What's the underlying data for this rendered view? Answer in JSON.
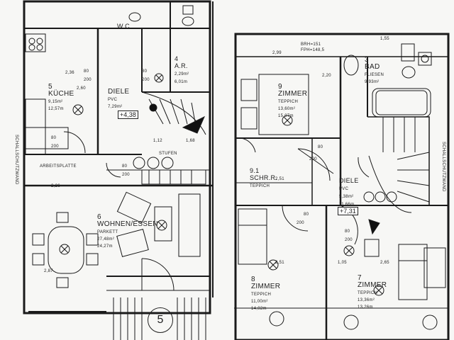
{
  "left_unit": {
    "rooms": [
      {
        "id": "5",
        "name": "KÜCHE",
        "floor": "",
        "area": "9,15m²",
        "sub": "12,57m"
      },
      {
        "id": "",
        "name": "DIELE",
        "floor": "PVC",
        "area": "7,29m²",
        "sub": ""
      },
      {
        "id": "6",
        "name": "WOHNEN/ESSEN",
        "floor": "PARKETT",
        "area": "27,48m²",
        "sub": "24,27m"
      },
      {
        "id": "4",
        "name": "A.R.",
        "floor": "",
        "area": "2,29m²",
        "sub": "6,01m"
      },
      {
        "id": "",
        "name": "W.C.",
        "floor": "",
        "area": "",
        "sub": ""
      }
    ],
    "level_tag": "+4,38",
    "marks": {
      "arbeitsplatte": "ARBEITSPLATTE",
      "stufen": "STUFEN",
      "schall": "SCHALLSCHUTZWAND"
    },
    "dims": [
      "2,26",
      "1,12",
      "2,87",
      "1,68",
      "80",
      "200",
      "80",
      "200",
      "80",
      "200",
      "80",
      "200",
      "2,36",
      "2,60"
    ],
    "badge": "5"
  },
  "right_unit": {
    "rooms": [
      {
        "id": "9",
        "name": "ZIMMER",
        "floor": "TEPPICH",
        "area": "13,60m²",
        "sub": "15,07m"
      },
      {
        "id": "3",
        "name": "BAD",
        "floor": "FLIESEN",
        "area": "9,93m²",
        "sub": ""
      },
      {
        "id": "9.1",
        "name": "SCHR.R.",
        "floor": "TEPPICH",
        "area": "",
        "sub": ""
      },
      {
        "id": "",
        "name": "DIELE",
        "floor": "PVC",
        "area": "5,38m²",
        "sub": "11,66m"
      },
      {
        "id": "8",
        "name": "ZIMMER",
        "floor": "TEPPICH",
        "area": "11,00m²",
        "sub": "14,02m"
      },
      {
        "id": "7",
        "name": "ZIMMER",
        "floor": "TEPPICH",
        "area": "13,36m²",
        "sub": "13,26m"
      }
    ],
    "level_tag": "+7,31",
    "dims": [
      "2,99",
      "2,20",
      "2,51",
      "2,51",
      "1,05",
      "2,65",
      "80",
      "200",
      "80",
      "200",
      "80",
      "200",
      "1,55",
      "BRH=151",
      "FPH=148,5"
    ],
    "schall": "SCHALLSCHUTZWAND"
  }
}
